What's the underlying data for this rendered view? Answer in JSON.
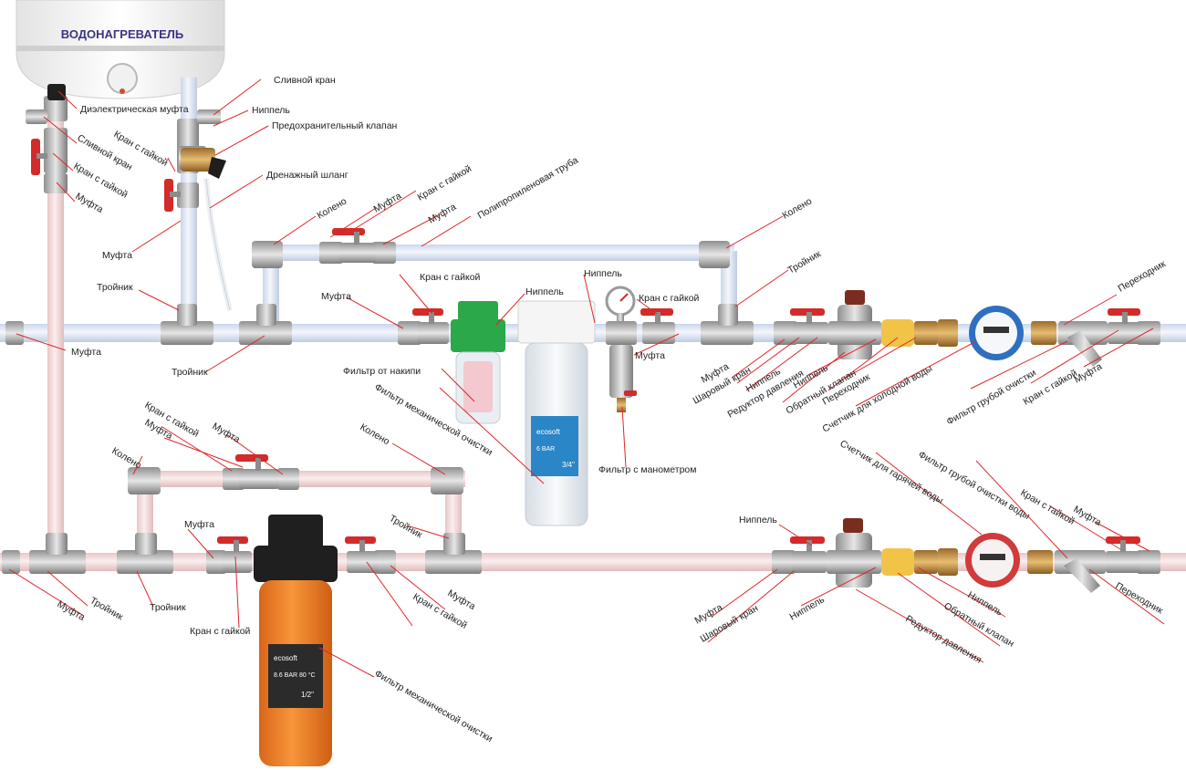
{
  "colors": {
    "cold_pipe": "#dde6f3",
    "hot_pipe": "#f4dcdc",
    "leader_line": "#e0262b",
    "valve_handle": "#d42a2a",
    "heater_label": "#3b3480",
    "filter_orange": "#f07d22",
    "filter_green": "#2aa84a",
    "meter_cold": "#2f6fc0",
    "meter_hot": "#d13b3b"
  },
  "heater": {
    "title": "ВОДОНАГРЕВАТЕЛЬ"
  },
  "branding": {
    "clear_filter_logo": "ecosoft",
    "clear_filter_pressure": "6 BAR",
    "clear_filter_size": "3/4\"",
    "orange_filter_logo": "ecosoft",
    "orange_filter_pressure": "8.6 BAR",
    "orange_filter_temp": "80 °C",
    "orange_filter_size": "1/2\""
  },
  "labels": {
    "l1": "Сливной кран",
    "l2": "Ниппель",
    "l3": "Предохранительный клапан",
    "l4": "Диэлектрическая муфта",
    "l5": "Сливной кран",
    "l6": "Кран с гайкой",
    "l7": "Муфта",
    "l8": "Кран с гайкой",
    "l9": "Дренажный шланг",
    "l10": "Муфта",
    "l11": "Колено",
    "l12": "Муфта",
    "l13": "Кран с гайкой",
    "l14": "Муфта",
    "l15": "Полипропиленовая труба",
    "l16": "Колено",
    "l17": "Тройник",
    "l18": "Тройник",
    "l19": "Муфта",
    "l20": "Кран с гайкой",
    "l21": "Ниппель",
    "l22": "Ниппель",
    "l23": "Кран с гайкой",
    "l24": "Муфта",
    "l25": "Тройник",
    "l26": "Муфта",
    "l27": "Фильтр от накипи",
    "l28": "Фильтр механической очистки",
    "l29": "Фильтр с манометром",
    "l30": "Муфта",
    "l31": "Шаровый кран",
    "l32": "Ниппель",
    "l33": "Редуктор давления",
    "l34": "Ниппель",
    "l35": "Обратный клапан",
    "l36": "Переходник",
    "l37": "Счетчик для холодной воды",
    "l38": "Фильтр грубой очистки",
    "l39": "Кран с гайкой",
    "l40": "Муфта",
    "l41": "Переходник",
    "l42": "Кран с гайкой",
    "l43": "Муфта",
    "l44": "Муфта",
    "l45": "Колено",
    "l46": "Колено",
    "l47": "Тройник",
    "l48": "Муфта",
    "l49": "Муфта",
    "l50": "Тройник",
    "l51": "Тройник",
    "l52": "Кран с гайкой",
    "l53": "Кран с гайкой",
    "l54": "Муфта",
    "l55": "Фильтр механической очистки",
    "l56": "Счетчик для гарячей воды",
    "l57": "Фильтр грубой очистки воды",
    "l58": "Кран с гайкой",
    "l59": "Муфта",
    "l60": "Ниппель",
    "l61": "Муфта",
    "l62": "Шаровый кран",
    "l63": "Ниппель",
    "l64": "Ниппель",
    "l65": "Обратный клапан",
    "l66": "Редуктор давления",
    "l67": "Переходник"
  }
}
